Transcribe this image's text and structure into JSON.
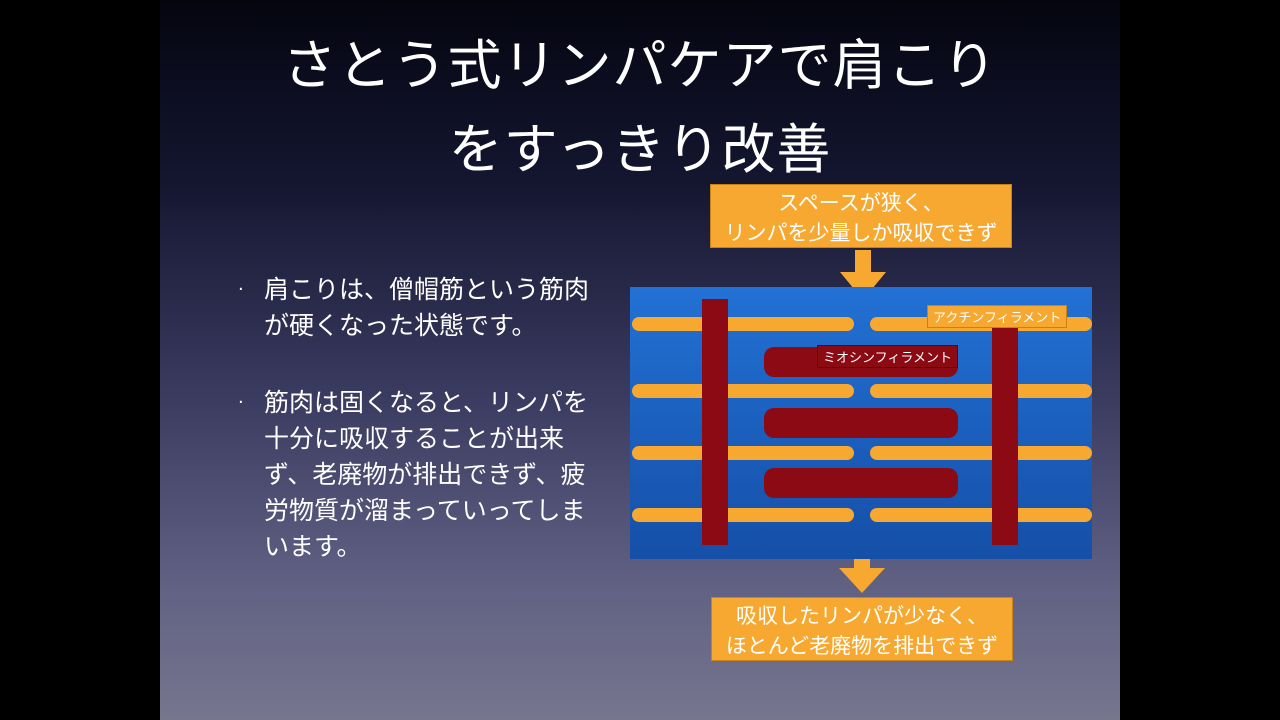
{
  "slide": {
    "title_line1": "さとう式リンパケアで肩こり",
    "title_line2": "をすっきり改善",
    "bullets": [
      {
        "marker": "·",
        "text": "肩こりは、僧帽筋という筋肉が硬くなった状態です。"
      },
      {
        "marker": "·",
        "text": "筋肉は固くなると、リンパを十分に吸収することが出来ず、老廃物が排出できず、疲労物質が溜まっていってしまいます。"
      }
    ],
    "callout_top": {
      "line1": "スペースが狭く、",
      "line2": "リンパを少量しか吸収できず"
    },
    "callout_bottom": {
      "line1": "吸収したリンパが少なく、",
      "line2": "ほとんど老廃物を排出できず"
    },
    "diagram": {
      "actin_label": "アクチンフィラメント",
      "myosin_label": "ミオシンフィラメント"
    },
    "colors": {
      "diagram_blue": "#1a5fc4",
      "actin_orange": "#f7a830",
      "myosin_red": "#8b0a14"
    }
  }
}
